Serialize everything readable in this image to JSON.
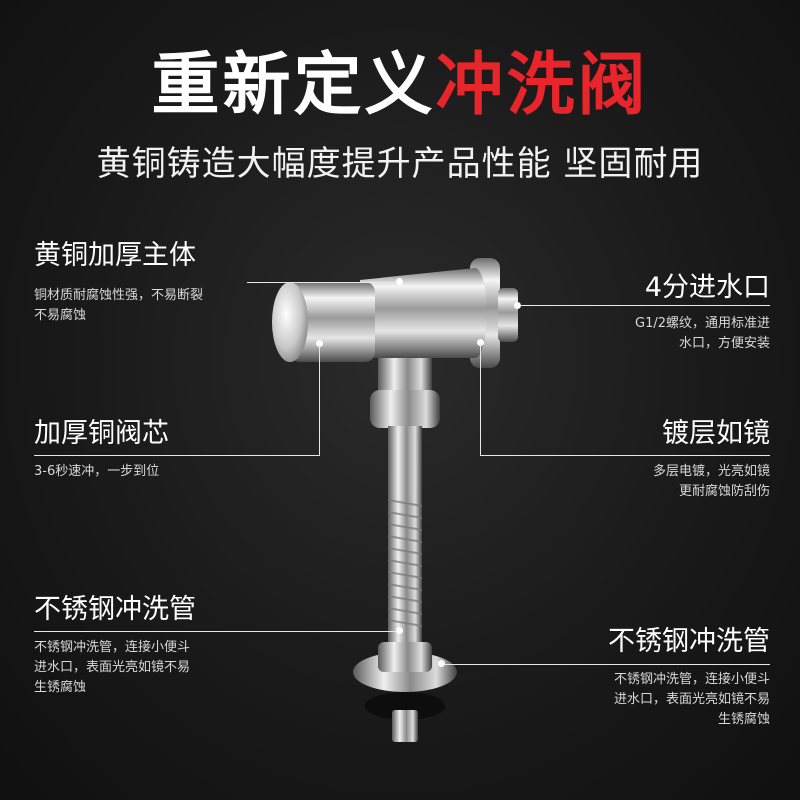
{
  "title": {
    "part1": "重新定义",
    "part2": "冲洗阀"
  },
  "subtitle": "黄铜铸造大幅度提升产品性能 坚固耐用",
  "callouts": {
    "body": {
      "heading": "黄铜加厚主体",
      "desc": [
        "铜材质耐腐蚀性强，不易断裂",
        "不易腐蚀"
      ]
    },
    "inlet": {
      "heading": "4分进水口",
      "desc": [
        "G1/2螺纹，通用标准进",
        "水口，方便安装"
      ]
    },
    "core": {
      "heading": "加厚铜阀芯",
      "desc": [
        "3-6秒速冲，一步到位"
      ]
    },
    "plating": {
      "heading": "镀层如镜",
      "desc": [
        "多层电镀，光亮如镜",
        "更耐腐蚀防刮伤"
      ]
    },
    "pipe_left": {
      "heading": "不锈钢冲洗管",
      "desc": [
        "不锈钢冲洗管，连接小便斗",
        "进水口，表面光亮如镜不易",
        "生锈腐蚀"
      ]
    },
    "pipe_right": {
      "heading": "不锈钢冲洗管",
      "desc": [
        "不锈钢冲洗管，连接小便斗",
        "进水口，表面光亮如镜不易",
        "生锈腐蚀"
      ]
    }
  },
  "colors": {
    "accent_red": "#e8252a",
    "background": "#1a1a1a",
    "text": "#ffffff"
  }
}
